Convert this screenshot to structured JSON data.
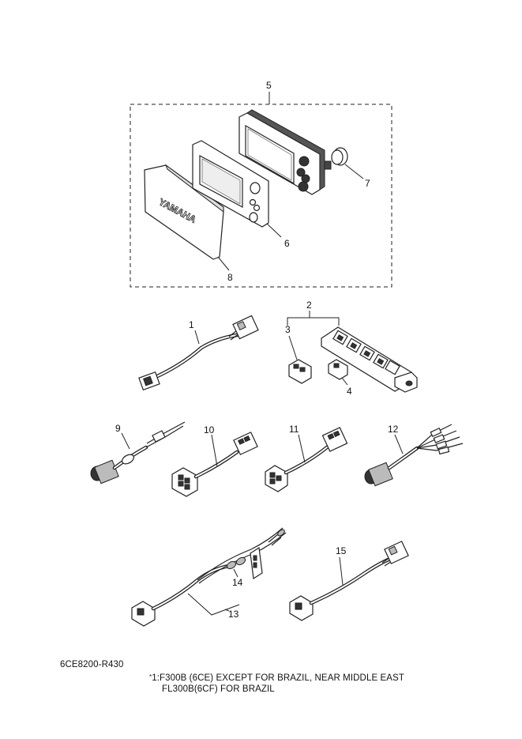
{
  "diagram": {
    "callouts": [
      "1",
      "2",
      "3",
      "4",
      "5",
      "6",
      "7",
      "8",
      "9",
      "10",
      "11",
      "12",
      "13",
      "14",
      "15"
    ],
    "cover_logo": "YAMAHA"
  },
  "footer": {
    "ref_code": "6CE8200-R430",
    "note_mark": "*",
    "note_line1": "1:F300B  (6CE) EXCEPT FOR BRAZIL, NEAR MIDDLE EAST",
    "note_line2": "FL300B(6CF) FOR BRAZIL"
  }
}
